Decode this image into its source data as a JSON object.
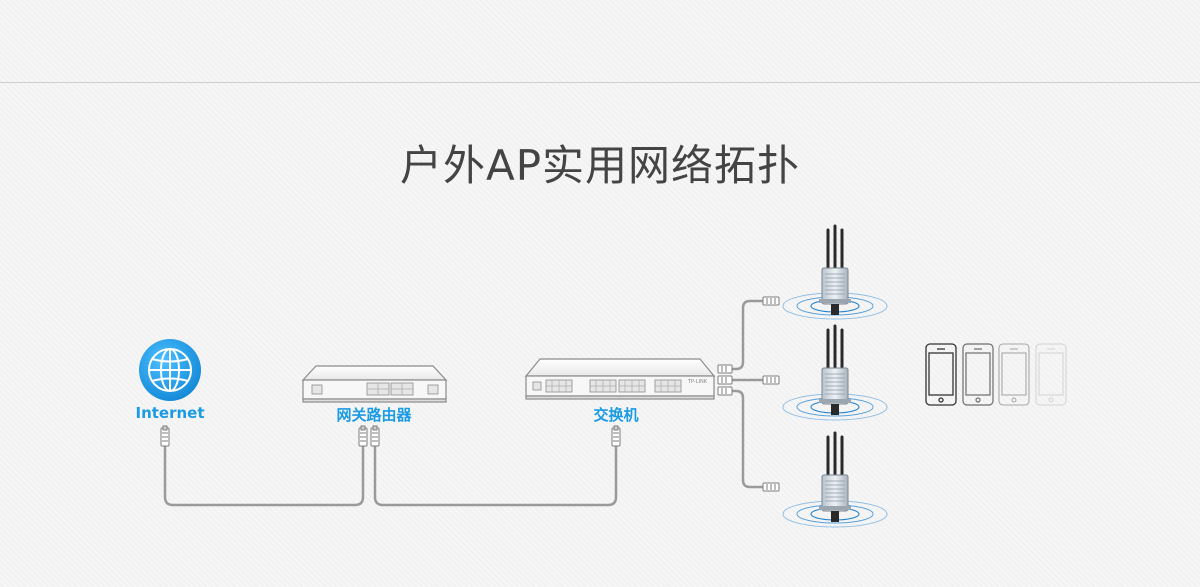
{
  "title": "户外AP实用网络拓扑",
  "nodes": {
    "internet": {
      "label": "Internet",
      "icon": "globe-icon"
    },
    "gateway": {
      "label": "网关路由器",
      "icon": "router-icon"
    },
    "switch": {
      "label": "交换机",
      "icon": "switch-icon",
      "brand_text": "TP-LINK"
    },
    "access_points": [
      {
        "icon": "outdoor-ap-icon"
      },
      {
        "icon": "outdoor-ap-icon"
      },
      {
        "icon": "outdoor-ap-icon"
      }
    ],
    "clients": [
      {
        "icon": "smartphone-icon"
      },
      {
        "icon": "smartphone-icon"
      },
      {
        "icon": "smartphone-icon"
      },
      {
        "icon": "smartphone-icon"
      }
    ]
  },
  "colors": {
    "accent": "#1a9be3",
    "cable": "#9a9a9a",
    "title": "#444444",
    "wave": "#1a7fd0"
  }
}
